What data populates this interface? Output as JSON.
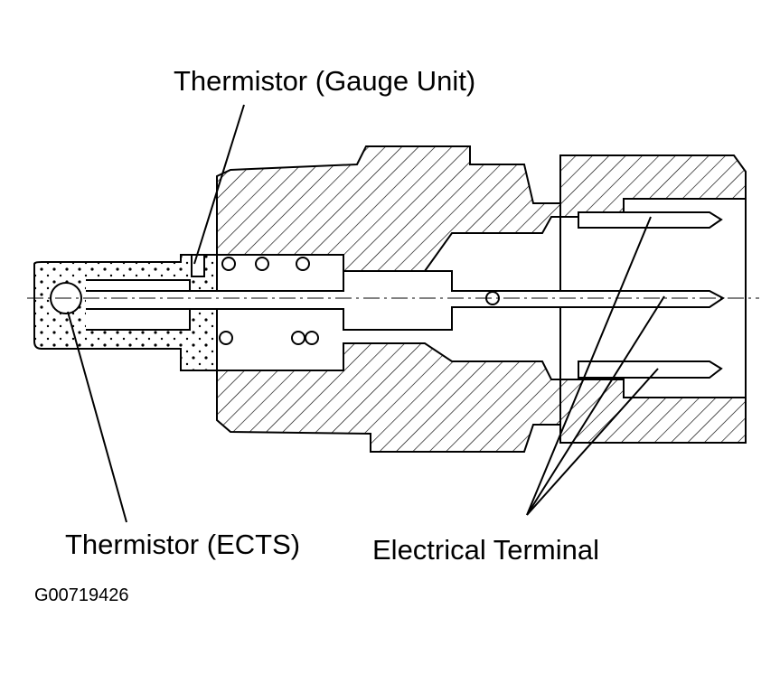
{
  "labels": {
    "gauge_thermistor": "Thermistor (Gauge Unit)",
    "ects_thermistor": "Thermistor (ECTS)",
    "electrical_terminal": "Electrical Terminal"
  },
  "figure_id": "G00719426",
  "colors": {
    "ink": "#000000",
    "paper": "#ffffff"
  }
}
